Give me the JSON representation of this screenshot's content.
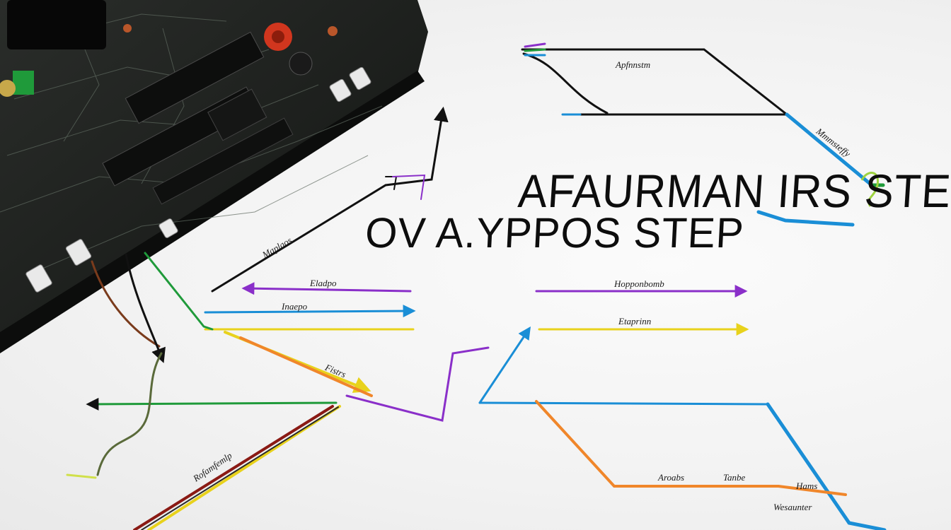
{
  "heading": {
    "line1": "AFAURMAN IRS STEP",
    "line2": "OV A.YPPOS STEP"
  },
  "labels": {
    "top_right": "Apfnnstm",
    "top_right_diagonal": "Mmmsteffy",
    "upper_left_diagonal": "Maplaos",
    "purple_left": "Eladpo",
    "blue_left": "Inaepo",
    "purple_right": "Hopponbomb",
    "yellow_right": "Etaprinn",
    "center_diagonal": "Fistrs",
    "bottom_left": "Rofamfemlp",
    "bottom_orange_1": "Aroabs",
    "bottom_orange_2": "Tanbe",
    "bottom_blue": "Hams",
    "bottom_right": "Wesaunter"
  },
  "colors": {
    "background": "#f4f4f4",
    "board": "#1c1f1d",
    "ink": "#111111",
    "green": "#1f9a3a",
    "blue": "#1a8ed6",
    "purple": "#8a2fc9",
    "yellow": "#e8d21c",
    "orange": "#f0862a",
    "brown": "#7a3b1c"
  }
}
